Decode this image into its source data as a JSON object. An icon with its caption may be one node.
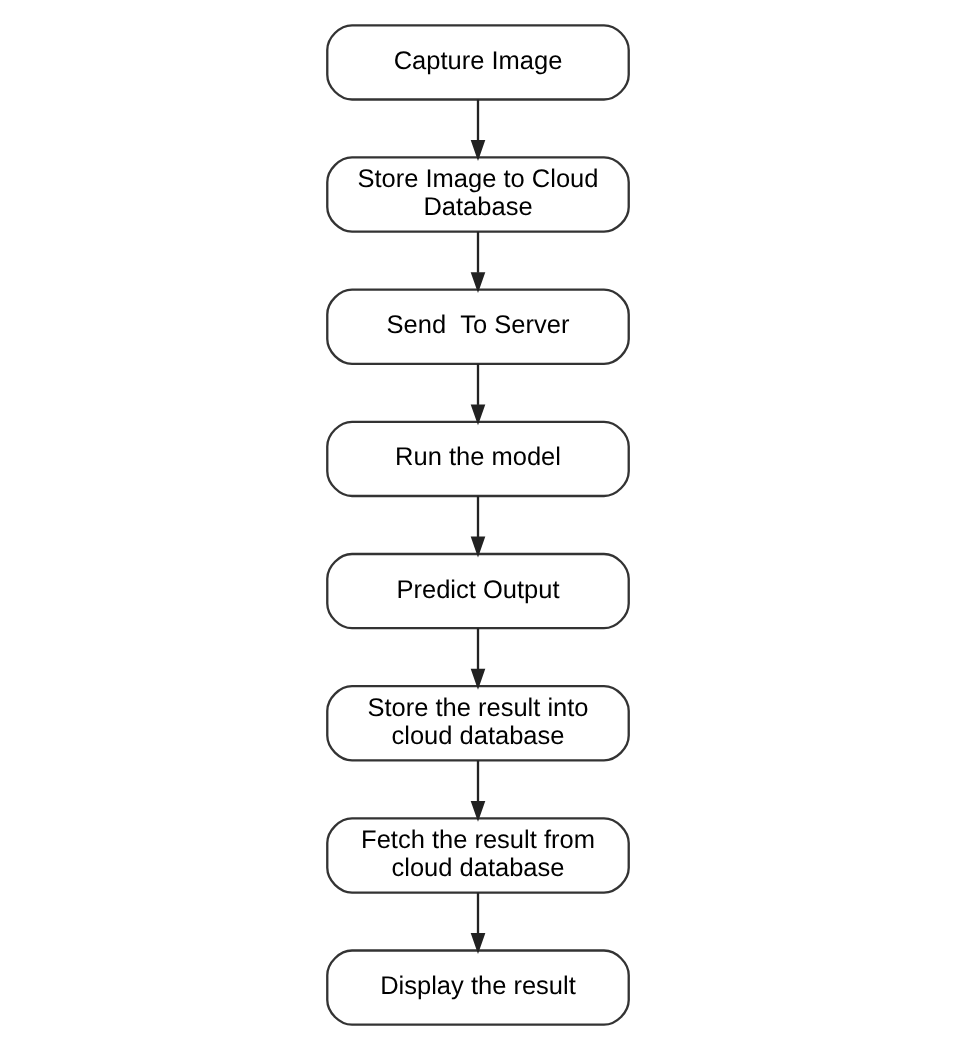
{
  "diagram": {
    "nodes": [
      {
        "text": [
          "Capture Image"
        ]
      },
      {
        "text": [
          "Store Image to Cloud Database"
        ]
      },
      {
        "text": [
          "Send  To Server"
        ]
      },
      {
        "text": [
          "Run the model"
        ]
      },
      {
        "text": [
          "Predict Output"
        ]
      },
      {
        "text": [
          "Store the result into cloud database"
        ]
      },
      {
        "text": [
          "Fetch the result from cloud database"
        ]
      },
      {
        "text": [
          "Display the result"
        ]
      }
    ],
    "edges": [
      {
        "from": 0,
        "to": 1,
        "arrow": "to"
      },
      {
        "from": 1,
        "to": 2,
        "arrow": "to"
      },
      {
        "from": 2,
        "to": 3,
        "arrow": "to"
      },
      {
        "from": 3,
        "to": 4,
        "arrow": "to"
      },
      {
        "from": 4,
        "to": 5,
        "arrow": "to"
      },
      {
        "from": 5,
        "to": 6,
        "arrow": "to"
      },
      {
        "from": 6,
        "to": 7,
        "arrow": "to"
      }
    ]
  }
}
